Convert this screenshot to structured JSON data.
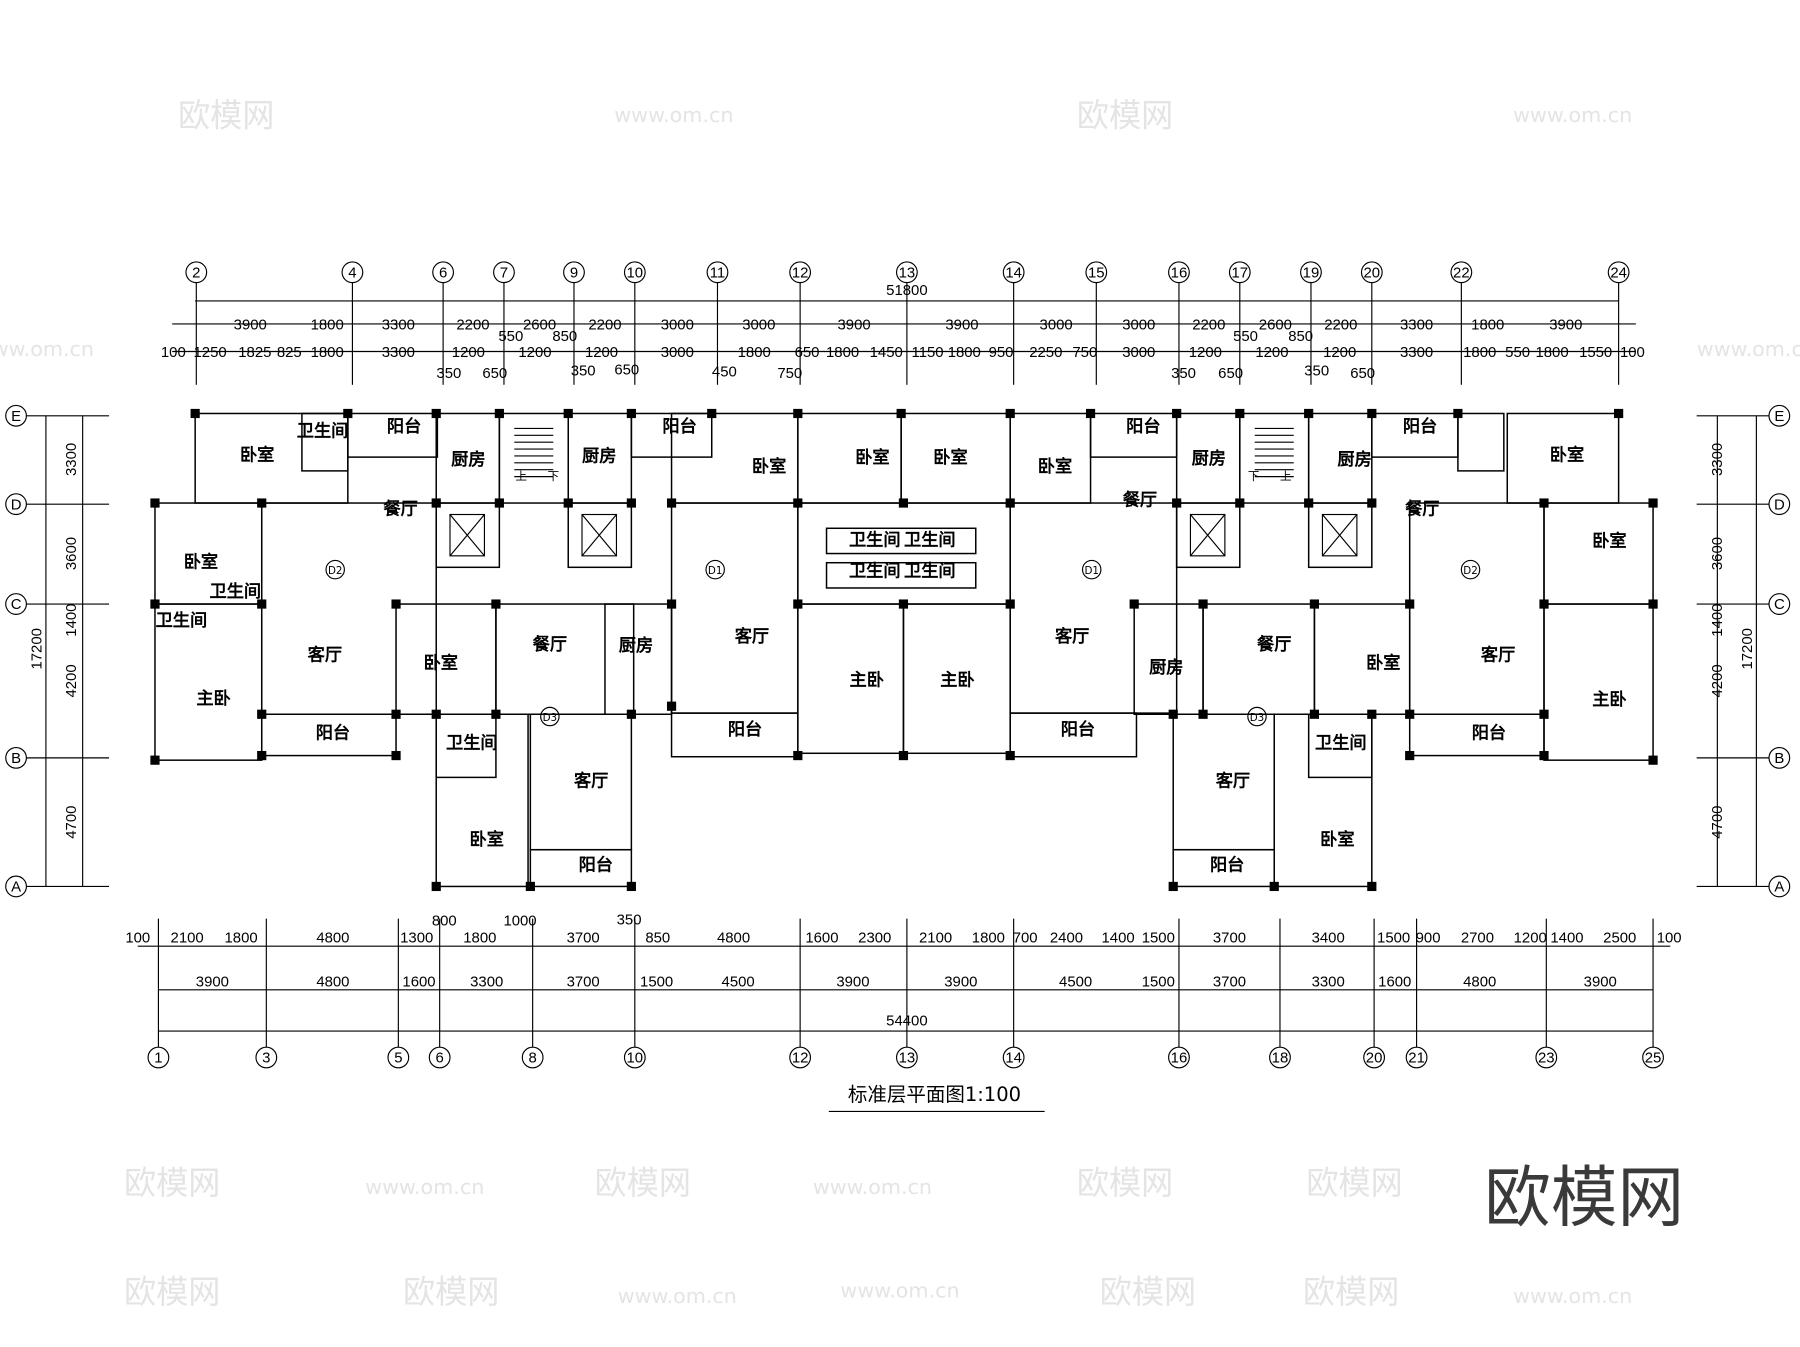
{
  "drawing_title": "标准层平面图1:100",
  "brand_watermark": "欧模网",
  "site_watermark": "www.om.cn",
  "axes": {
    "top": [
      "2",
      "4",
      "6",
      "7",
      "9",
      "10",
      "11",
      "12",
      "13",
      "14",
      "15",
      "16",
      "17",
      "19",
      "20",
      "22",
      "24"
    ],
    "bottom": [
      "1",
      "3",
      "5",
      "6",
      "8",
      "10",
      "12",
      "13",
      "14",
      "16",
      "18",
      "20",
      "21",
      "23",
      "25"
    ],
    "side": [
      "E",
      "D",
      "C",
      "B",
      "A"
    ]
  },
  "dimensions": {
    "top_total": "51800",
    "top_row1": [
      "3900",
      "1800",
      "3300",
      "2200",
      "2600",
      "2200",
      "3000",
      "3000",
      "3900",
      "3900",
      "3000",
      "3000",
      "2200",
      "2600",
      "2200",
      "3300",
      "1800",
      "3900"
    ],
    "top_row2": [
      "100",
      "1250",
      "1825",
      "825",
      "1800",
      "3300",
      "1200",
      "1200",
      "1200",
      "3000",
      "1800",
      "650",
      "1800",
      "1450",
      "1150",
      "1800",
      "950",
      "2250",
      "750",
      "3000",
      "1200",
      "1200",
      "1200",
      "3300",
      "1800",
      "550",
      "1800",
      "1550",
      "100"
    ],
    "top_extra": [
      "550",
      "850",
      "350",
      "650",
      "350",
      "650",
      "450",
      "750",
      "550",
      "850",
      "350",
      "650",
      "350",
      "650"
    ],
    "bottom_row1": [
      "100",
      "2100",
      "1800",
      "4800",
      "1300",
      "800",
      "1800",
      "1000",
      "3700",
      "350",
      "850",
      "4800",
      "1600",
      "2300",
      "2100",
      "1800",
      "700",
      "2400",
      "1400",
      "1500",
      "3700",
      "3400",
      "1500",
      "900",
      "2700",
      "1200",
      "1400",
      "2500",
      "100"
    ],
    "bottom_row2": [
      "3900",
      "4800",
      "1600",
      "3300",
      "3700",
      "1500",
      "4500",
      "3900",
      "3900",
      "4500",
      "1500",
      "3700",
      "3300",
      "1600",
      "4800",
      "3900"
    ],
    "bottom_total": "54400",
    "side": [
      "3300",
      "3600",
      "1400",
      "4200",
      "4700"
    ],
    "side_total": "17200"
  },
  "units": [
    "D2",
    "D1",
    "D1",
    "D2",
    "D3",
    "D3"
  ],
  "rooms": [
    "卧室",
    "卫生间",
    "阳台",
    "厨房",
    "厨房",
    "阳台",
    "卧室",
    "卧室",
    "卧室",
    "卧室",
    "阳台",
    "厨房",
    "厨房",
    "阳台",
    "卧室",
    "餐厅",
    "餐厅",
    "餐厅",
    "卧室",
    "卧室",
    "客厅",
    "卧室",
    "餐厅",
    "厨房",
    "客厅",
    "主卧",
    "主卧",
    "客厅",
    "厨房",
    "餐厅",
    "卧室",
    "客厅",
    "主卧",
    "主卧",
    "阳台",
    "阳台",
    "阳台",
    "阳台",
    "客厅",
    "客厅",
    "卧室",
    "卧室",
    "阳台",
    "阳台",
    "卫生间",
    "卫生间",
    "卫生间",
    "卫生间",
    "卫生间",
    "卫生间",
    "卫生间",
    "卫生间"
  ],
  "stair_labels": [
    "上",
    "下",
    "下",
    "上"
  ]
}
